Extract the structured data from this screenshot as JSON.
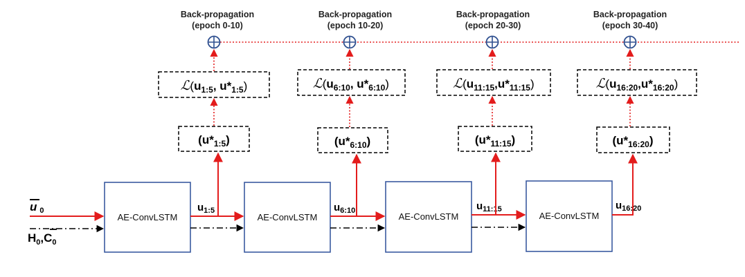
{
  "stages": [
    {
      "block_label": "AE-ConvLSTM",
      "output": {
        "base": "u",
        "sub": "1:5"
      },
      "pred": {
        "prefix": "(u*",
        "sub": "1:5",
        "suffix": ")"
      },
      "loss": {
        "script": "ℒ",
        "open": "(",
        "a": "u",
        "a_sub": "1:5",
        "sep": ", ",
        "b": "u*",
        "b_sub": "1:5",
        "close": ")"
      },
      "bp_title": "Back-propagation",
      "bp_epoch": "(epoch 0-10)"
    },
    {
      "block_label": "AE-ConvLSTM",
      "output": {
        "base": "u",
        "sub": "6:10"
      },
      "pred": {
        "prefix": "(u*",
        "sub": "6:10",
        "suffix": ")"
      },
      "loss": {
        "script": "ℒ",
        "open": "(",
        "a": "u",
        "a_sub": "6:10",
        "sep": ", ",
        "b": "u*",
        "b_sub": "6:10",
        "close": ")"
      },
      "bp_title": "Back-propagation",
      "bp_epoch": "(epoch 10-20)"
    },
    {
      "block_label": "AE-ConvLSTM",
      "output": {
        "base": "u",
        "sub": "11:15"
      },
      "pred": {
        "prefix": "(u*",
        "sub": "11:15",
        "suffix": ")"
      },
      "loss": {
        "script": "ℒ",
        "open": "(",
        "a": "u",
        "a_sub": "11:15",
        "sep": ",",
        "b": "u*",
        "b_sub": "11:15",
        "close": ")"
      },
      "bp_title": "Back-propagation",
      "bp_epoch": "(epoch 20-30)"
    },
    {
      "block_label": "AE-ConvLSTM",
      "output": {
        "base": "u",
        "sub": "16:20"
      },
      "pred": {
        "prefix": "(u*",
        "sub": "16:20",
        "suffix": ")"
      },
      "loss": {
        "script": "ℒ",
        "open": "(",
        "a": "u",
        "a_sub": "16:20",
        "sep": ",",
        "b": "u*",
        "b_sub": "16:20",
        "close": ")"
      },
      "bp_title": "Back-propagation",
      "bp_epoch": "(epoch 30-40)"
    }
  ],
  "inputs": {
    "u0": {
      "base": "u",
      "sub": "0"
    },
    "state": {
      "h": "H",
      "h_sub": "0",
      "sep": ",",
      "c": "C",
      "c_sub": "0"
    }
  },
  "colors": {
    "flow_arrow": "#e31c1c",
    "block_border": "#3a5aa0",
    "dashed_box": "#000000",
    "sum_node": "#2e4f8f",
    "state_arrow": "#000000"
  },
  "icons": {
    "sum_node": "circle-plus-icon"
  }
}
